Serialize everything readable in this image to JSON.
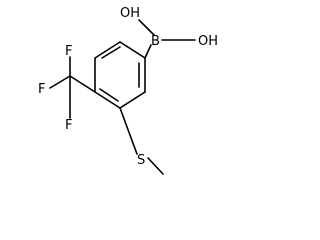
{
  "molecule": {
    "atoms": {
      "oh_top": "OH",
      "oh_right": "OH",
      "boron": "B",
      "f_top": "F",
      "f_left": "F",
      "f_bottom": "F",
      "sulfur": "S"
    },
    "colors": {
      "bond": "#000000",
      "text": "#000000",
      "background": "#ffffff"
    }
  }
}
